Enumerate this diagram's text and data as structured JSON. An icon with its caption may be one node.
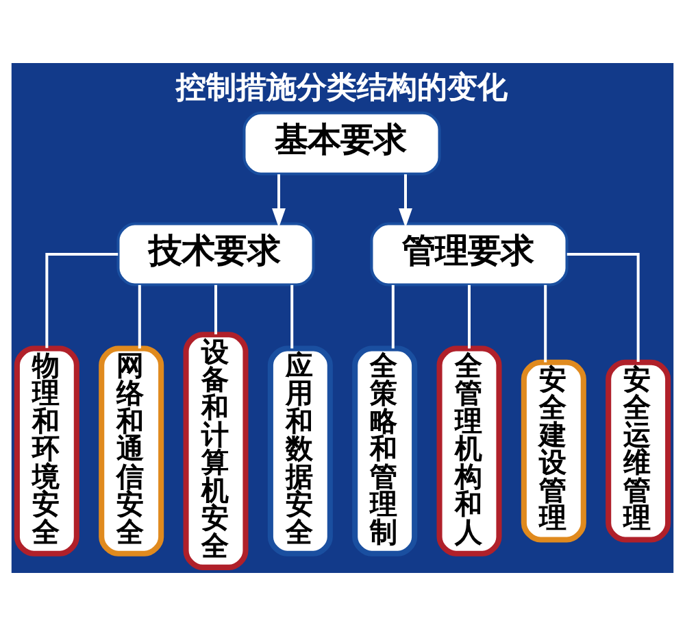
{
  "diagram": {
    "title": "控制措施分类结构的变化",
    "nodes": [
      {
        "text": [
          "基本要求"
        ]
      },
      {
        "text": [
          "技术要求"
        ]
      },
      {
        "text": [
          "管理要求"
        ]
      },
      {
        "text": [
          "物理和环境安全"
        ]
      },
      {
        "text": [
          "网络和通信安全"
        ]
      },
      {
        "text": [
          "设备和计算机安全"
        ]
      },
      {
        "text": [
          "应用和数据安全"
        ]
      },
      {
        "text": [
          "全策略和管理制"
        ]
      },
      {
        "text": [
          "全管理机构和人"
        ]
      },
      {
        "text": [
          "安全建设管理"
        ]
      },
      {
        "text": [
          "安全运维管理"
        ]
      }
    ],
    "edges": [
      {
        "from": 0,
        "to": 1,
        "arrow": "to"
      },
      {
        "from": 0,
        "to": 2,
        "arrow": "to"
      },
      {
        "from": 1,
        "to": 3,
        "arrow": "none"
      },
      {
        "from": 1,
        "to": 4,
        "arrow": "none"
      },
      {
        "from": 1,
        "to": 5,
        "arrow": "none"
      },
      {
        "from": 1,
        "to": 6,
        "arrow": "none"
      },
      {
        "from": 2,
        "to": 7,
        "arrow": "none"
      },
      {
        "from": 2,
        "to": 8,
        "arrow": "none"
      },
      {
        "from": 2,
        "to": 9,
        "arrow": "none"
      },
      {
        "from": 2,
        "to": 10,
        "arrow": "none"
      }
    ]
  }
}
